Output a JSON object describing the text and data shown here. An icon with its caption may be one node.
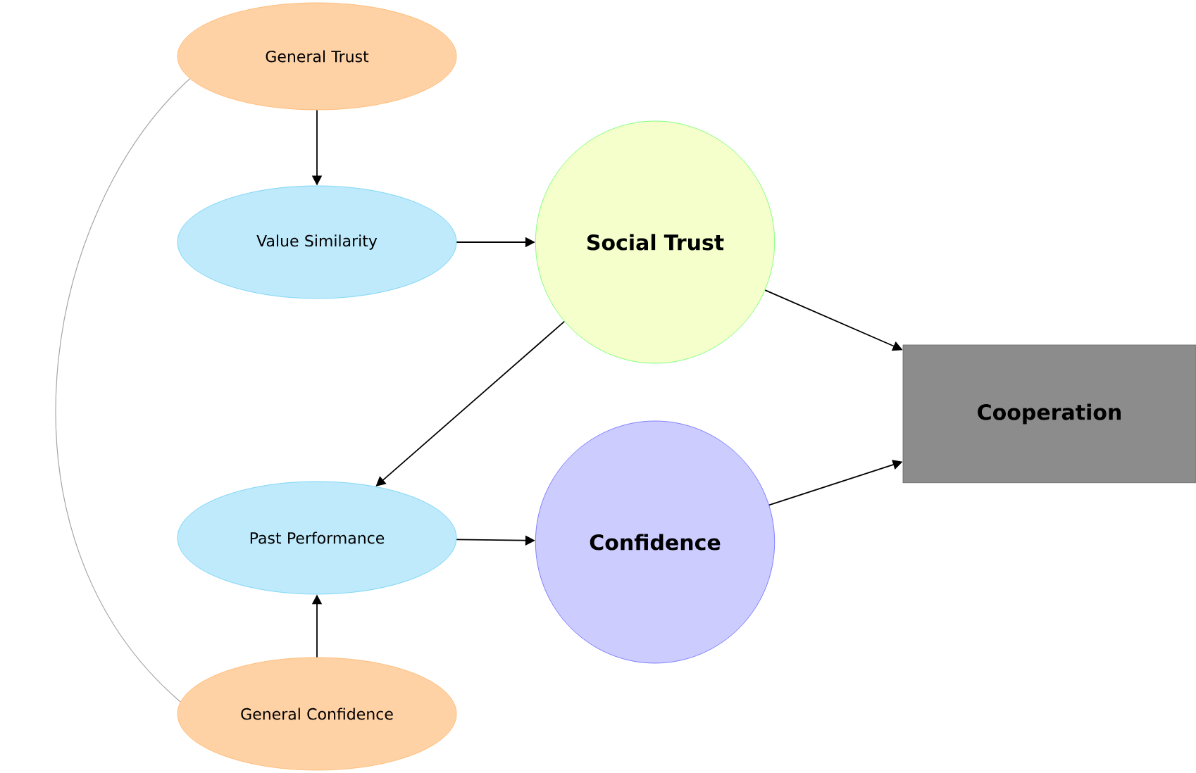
{
  "diagram": {
    "nodes": [
      {
        "text": [
          "General Trust"
        ]
      },
      {
        "text": [
          "Value Similarity"
        ]
      },
      {
        "text": [
          "Social Trust"
        ]
      },
      {
        "text": [
          "Cooperation"
        ]
      },
      {
        "text": [
          "Past Performance"
        ]
      },
      {
        "text": [
          "Confidence"
        ]
      },
      {
        "text": [
          "General Confidence"
        ]
      }
    ],
    "edges": [
      {
        "from": 0,
        "to": 1,
        "arrow": "to"
      },
      {
        "from": 1,
        "to": 2,
        "arrow": "to"
      },
      {
        "from": 2,
        "to": 3,
        "arrow": "to"
      },
      {
        "from": 2,
        "to": 4,
        "arrow": "to"
      },
      {
        "from": 4,
        "to": 5,
        "arrow": "to"
      },
      {
        "from": 5,
        "to": 3,
        "arrow": "to"
      },
      {
        "from": 6,
        "to": 4,
        "arrow": "to"
      },
      {
        "from": 0,
        "to": 6,
        "arrow": "none",
        "color": "#a6a6a6"
      }
    ]
  }
}
